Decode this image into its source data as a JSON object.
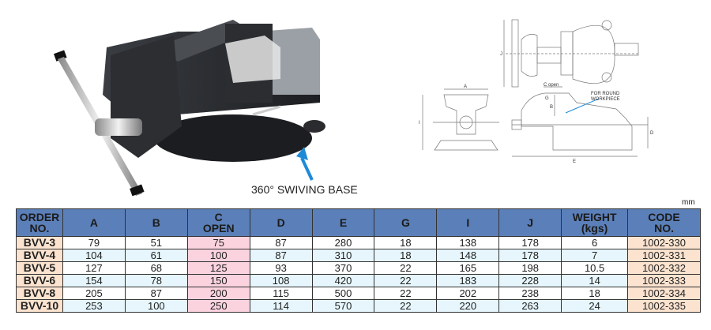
{
  "photo": {
    "caption": "360° SWIVING BASE"
  },
  "drawing": {
    "labels": {
      "a": "A",
      "b": "B",
      "c_open": "C open",
      "g": "G",
      "i": "I",
      "j": "J",
      "d": "D",
      "e": "E",
      "round": "FOR ROUND",
      "workpiece": "WORKPIECE"
    }
  },
  "unit": "mm",
  "table": {
    "headers": [
      [
        "ORDER",
        "NO."
      ],
      [
        "A"
      ],
      [
        "B"
      ],
      [
        "C",
        "OPEN"
      ],
      [
        "D"
      ],
      [
        "E"
      ],
      [
        "G"
      ],
      [
        "I"
      ],
      [
        "J"
      ],
      [
        "WEIGHT",
        "(kgs)"
      ],
      [
        "CODE",
        "NO."
      ]
    ],
    "rows": [
      [
        "BVV-3",
        "79",
        "51",
        "75",
        "87",
        "280",
        "18",
        "138",
        "178",
        "6",
        "1002-330"
      ],
      [
        "BVV-4",
        "104",
        "61",
        "100",
        "87",
        "310",
        "18",
        "148",
        "178",
        "7",
        "1002-331"
      ],
      [
        "BVV-5",
        "127",
        "68",
        "125",
        "93",
        "370",
        "22",
        "165",
        "198",
        "10.5",
        "1002-332"
      ],
      [
        "BVV-6",
        "154",
        "78",
        "150",
        "108",
        "420",
        "22",
        "183",
        "228",
        "14",
        "1002-333"
      ],
      [
        "BVV-8",
        "205",
        "87",
        "200",
        "115",
        "500",
        "22",
        "202",
        "238",
        "18",
        "1002-334"
      ],
      [
        "BVV-10",
        "253",
        "100",
        "250",
        "114",
        "570",
        "22",
        "220",
        "263",
        "24",
        "1002-335"
      ]
    ]
  },
  "colors": {
    "header": "#5b7fb8",
    "order_cell": "#fbe3cf",
    "c_open": "#fbd3df",
    "alt_row": "#e6f6fc",
    "arrow": "#1e8ad6"
  }
}
